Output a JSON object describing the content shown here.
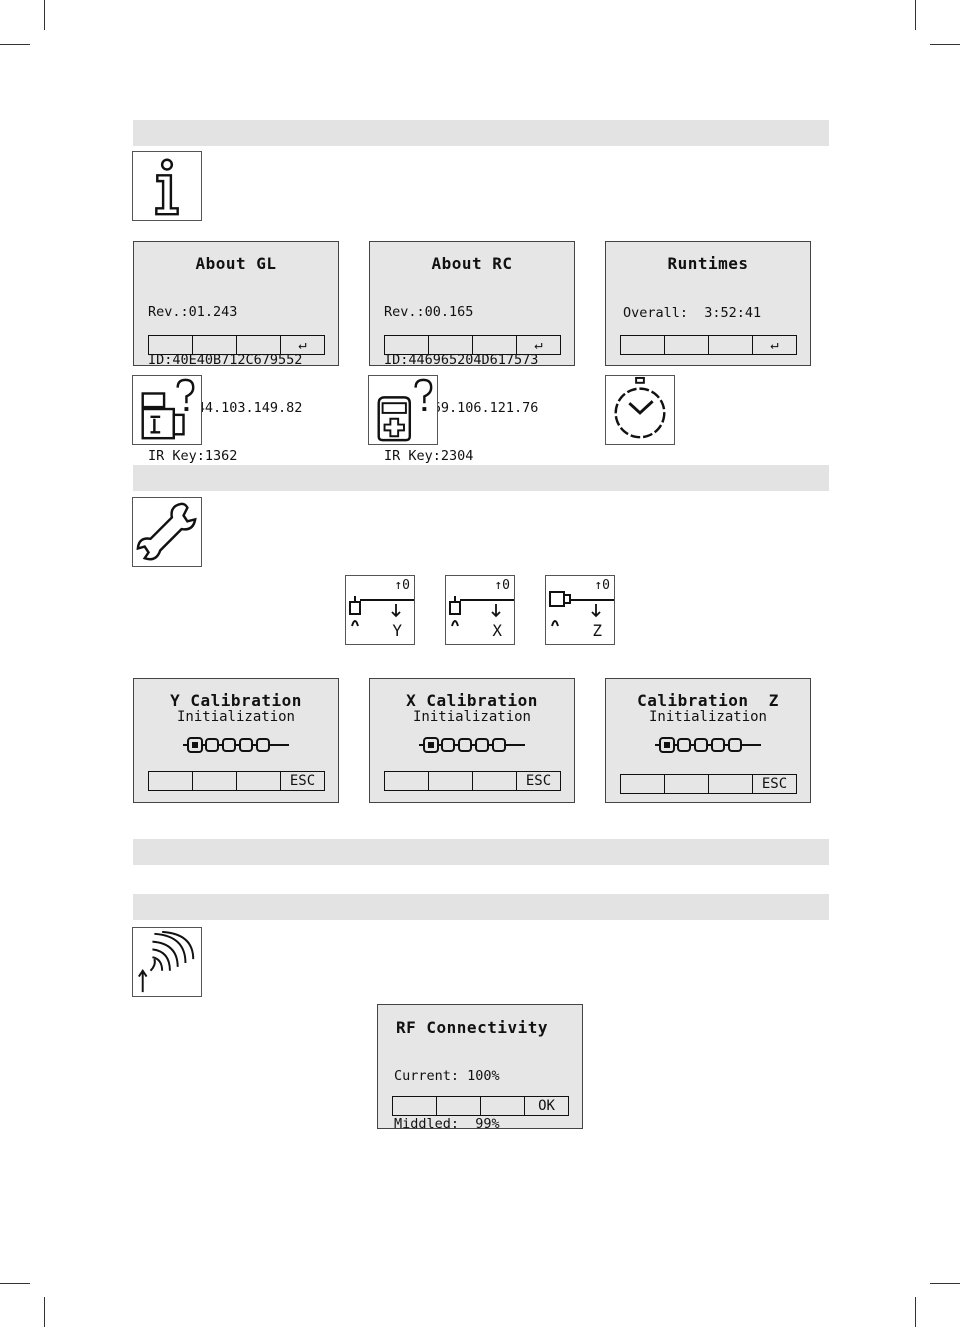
{
  "icons": {
    "info": "info-icon",
    "gl_question": "laser-question-icon",
    "rc_question": "remote-question-icon",
    "stopwatch": "stopwatch-icon",
    "wrench": "wrench-icon",
    "antenna": "antenna-icon"
  },
  "screens": {
    "about_gl": {
      "title": "About GL",
      "lines": [
        "Rev.:01.243",
        "ID:40E40B712C679552",
        "Addr.:44.103.149.82",
        "IR Key:1362"
      ],
      "softkeys": [
        "",
        "",
        "",
        "↵"
      ]
    },
    "about_rc": {
      "title": "About RC",
      "lines": [
        "Rev.:00.165",
        "ID:446965204D617573",
        "Addr.:69.106.121.76",
        "IR Key:2304"
      ],
      "softkeys": [
        "",
        "",
        "",
        "↵"
      ]
    },
    "runtimes": {
      "title": "Runtimes",
      "lines": [
        "Overall:  3:52:41"
      ],
      "softkeys": [
        "",
        "",
        "",
        "↵"
      ]
    },
    "y_cal": {
      "title": "Y Calibration",
      "subtitle": "Initialization",
      "softkeys": [
        "",
        "",
        "",
        "ESC"
      ]
    },
    "x_cal": {
      "title": "X Calibration",
      "subtitle": "Initialization",
      "softkeys": [
        "",
        "",
        "",
        "ESC"
      ]
    },
    "z_cal": {
      "title": "Calibration  Z",
      "subtitle": "Initialization",
      "softkeys": [
        "",
        "",
        "",
        "ESC"
      ]
    },
    "rf": {
      "title": "RF Connectivity",
      "lines": [
        "Current: 100%",
        "Middled:  99%"
      ],
      "softkeys": [
        "",
        "",
        "",
        "OK"
      ]
    }
  },
  "axis_icons": [
    {
      "axis": "Y",
      "top": "↑0"
    },
    {
      "axis": "X",
      "top": "↑0"
    },
    {
      "axis": "Z",
      "top": "↑0"
    }
  ]
}
